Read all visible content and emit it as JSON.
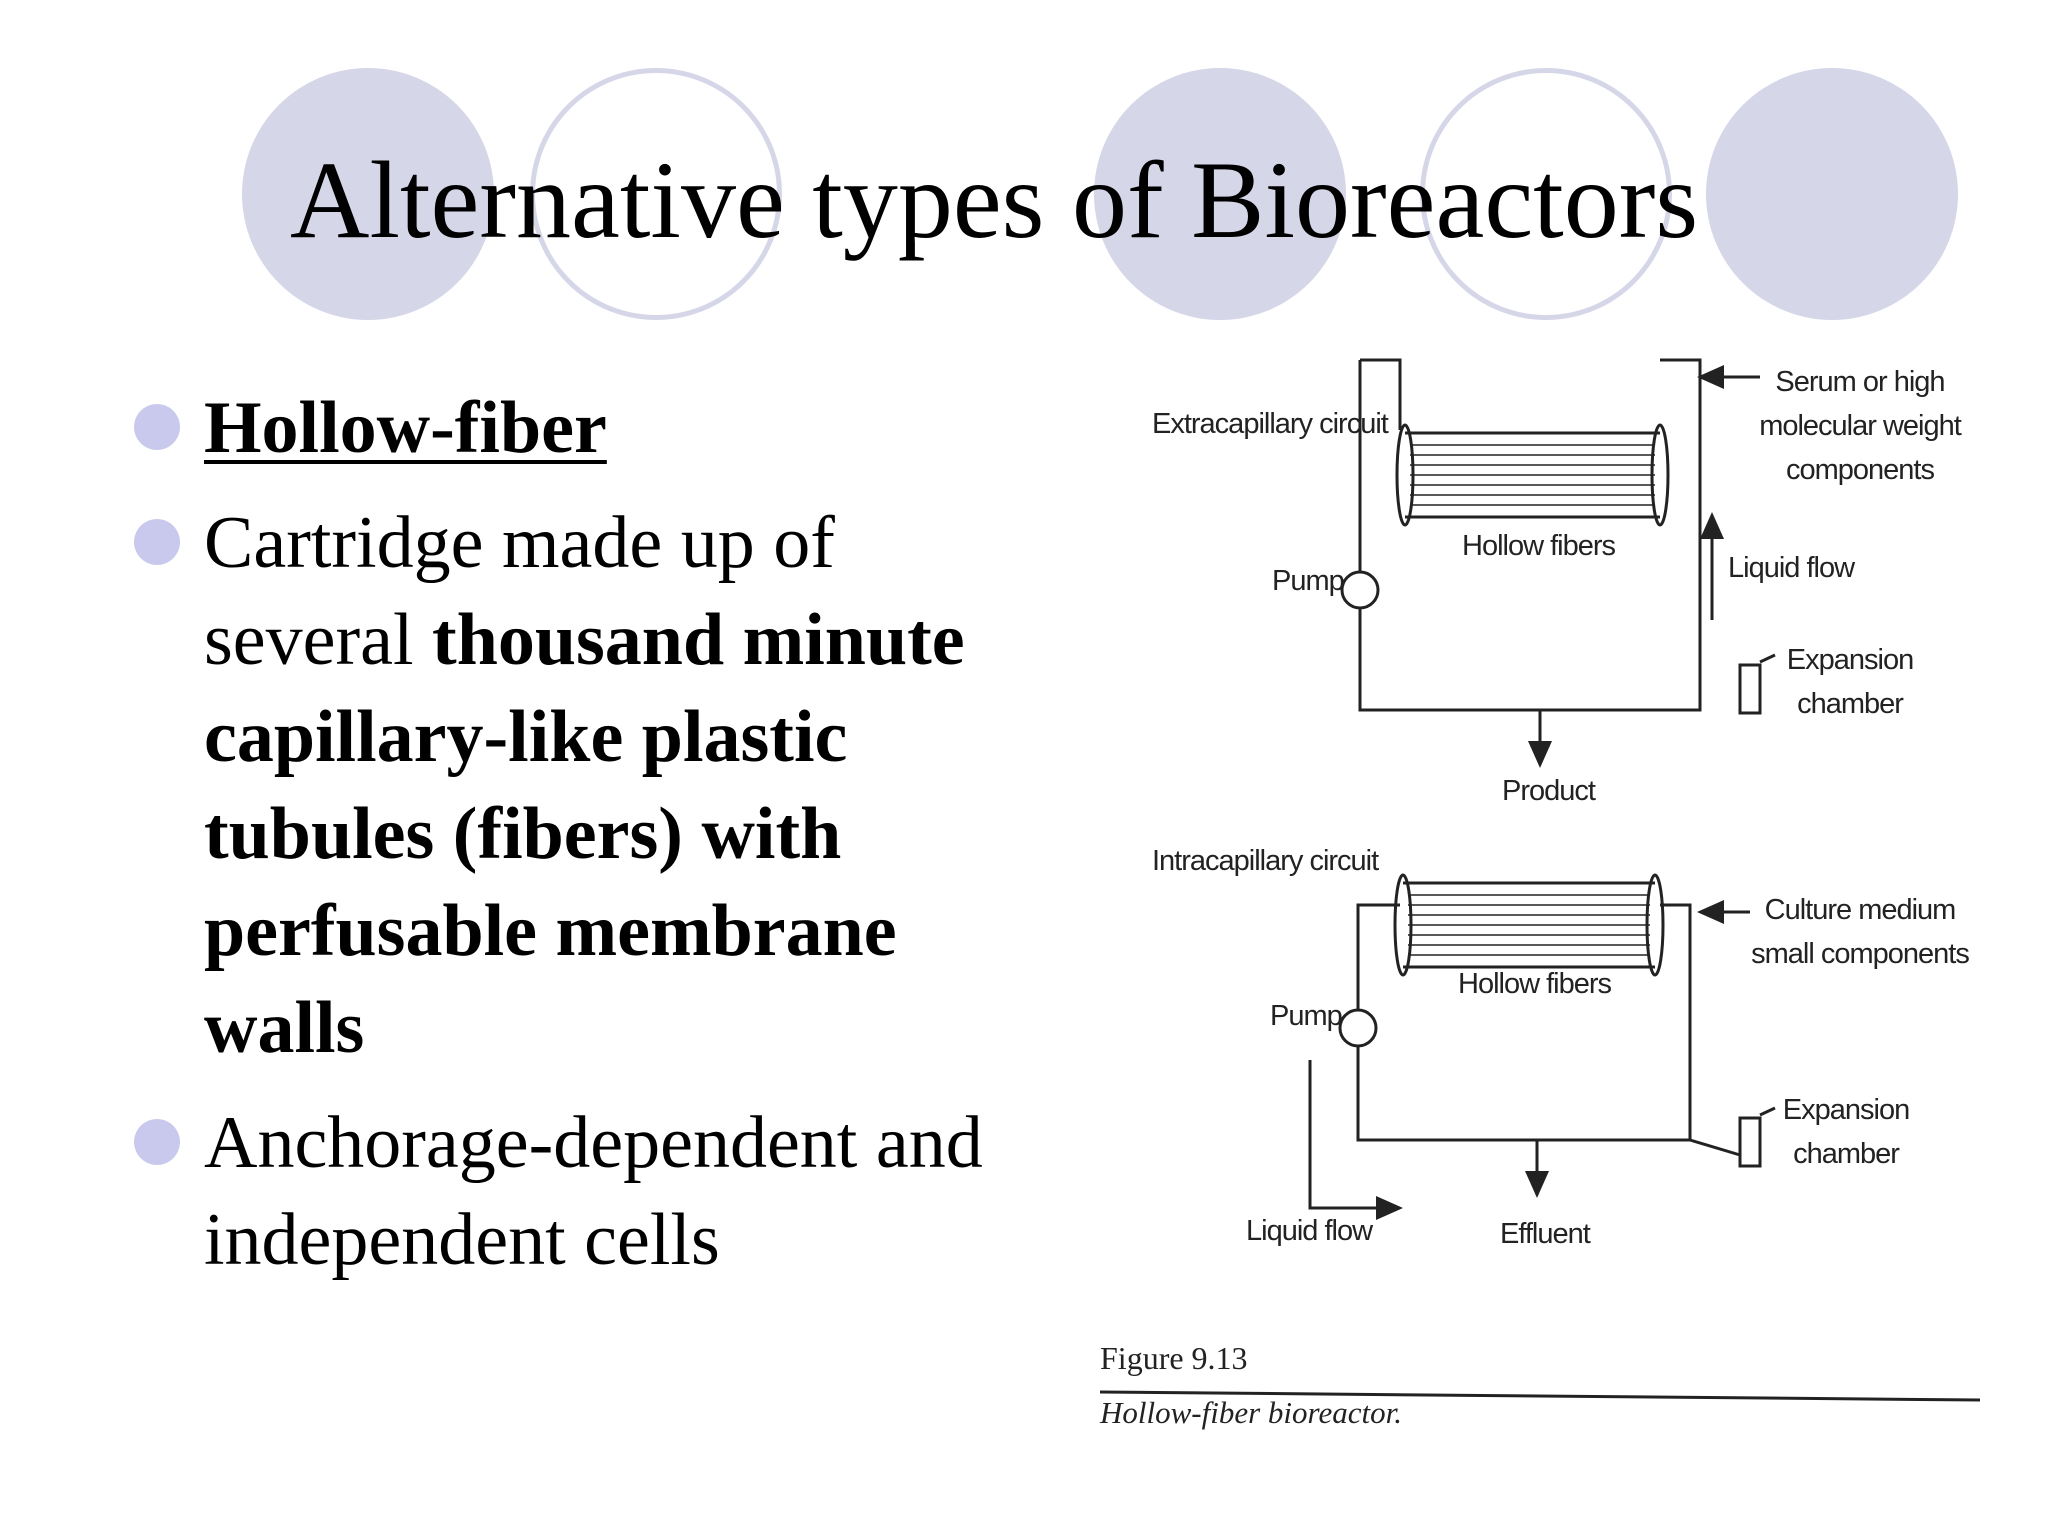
{
  "slide": {
    "title": "Alternative types of Bioreactors"
  },
  "bullets": {
    "item1": "Hollow-fiber",
    "item2_plain": "Cartridge made up of several ",
    "item2_bold": "thousand minute capillary-like plastic tubules (fibers) with perfusable membrane walls",
    "item3": "Anchorage-dependent and independent cells"
  },
  "figure": {
    "top": {
      "extracapillary": "Extracapillary circuit",
      "serum_line1": "Serum or high",
      "serum_line2": "molecular weight",
      "serum_line3": "components",
      "hollow_fibers": "Hollow fibers",
      "pump": "Pump",
      "liquid_flow": "Liquid flow",
      "expansion_line1": "Expansion",
      "expansion_line2": "chamber",
      "product": "Product"
    },
    "bottom": {
      "intracapillary": "Intracapillary circuit",
      "culture_line1": "Culture medium",
      "culture_line2": "small components",
      "hollow_fibers": "Hollow fibers",
      "pump": "Pump",
      "expansion_line1": "Expansion",
      "expansion_line2": "chamber",
      "liquid_flow": "Liquid flow",
      "effluent": "Effluent"
    },
    "caption_number": "Figure 9.13",
    "caption_text": "Hollow-fiber bioreactor."
  },
  "colors": {
    "decor_circle": "#d6d6e9",
    "bullet_dot": "#c9c9ee"
  }
}
